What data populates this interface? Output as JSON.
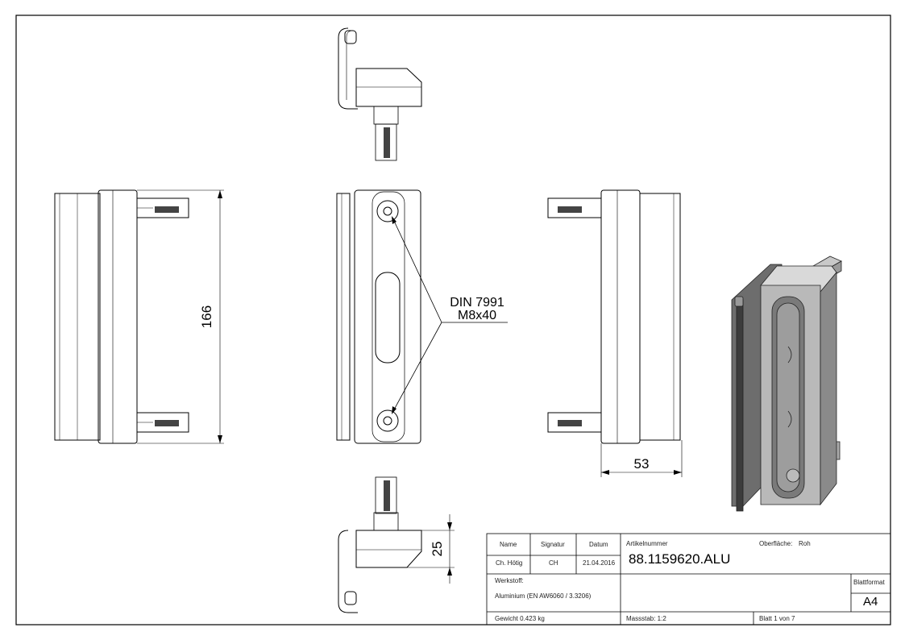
{
  "dimensions": {
    "height_label": "166",
    "width_label": "53",
    "depth_label": "25"
  },
  "callout": {
    "line1": "DIN 7991",
    "line2": "M8x40"
  },
  "title_block": {
    "headers": {
      "name": "Name",
      "signature": "Signatur",
      "date": "Datum",
      "article": "Artikelnummer",
      "surface_label": "Oberfläche:",
      "surface_value": "Roh"
    },
    "row": {
      "name": "Ch. Hötig",
      "signature": "CH",
      "date": "21.04.2016"
    },
    "article_number": "88.1159620.ALU",
    "material_label": "Werkstoff:",
    "material_value": "Aluminium (EN AW6060 / 3.3206)",
    "sheet_format_label": "Blattformat",
    "sheet_format_value": "A4",
    "weight": "Gewicht 0.423 kg",
    "scale": "Massstab: 1:2",
    "sheet": "Blatt 1 von 7"
  }
}
